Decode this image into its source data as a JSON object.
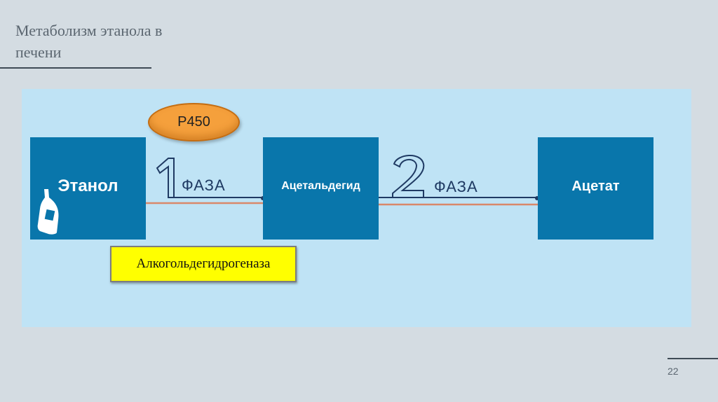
{
  "slide": {
    "title": "Метаболизм этанола в печени",
    "page_number": "22"
  },
  "diagram": {
    "nodes": [
      {
        "id": "ethanol",
        "label": "Этанол"
      },
      {
        "id": "acetaldehyde",
        "label": "Ацетальдегид"
      },
      {
        "id": "acetate",
        "label": "Ацетат"
      }
    ],
    "phases": [
      {
        "number": "1",
        "label": "ФАЗА"
      },
      {
        "number": "2",
        "label": "ФАЗА"
      }
    ],
    "enzymes": {
      "p450": "Р450",
      "adh": "Алкогольдегидрогеназа"
    },
    "colors": {
      "node": "#0976ab",
      "panel": "#bfe3f5",
      "p450": "#f5a03c",
      "enzyme": "#ffff00",
      "arrow": "#1f3a63",
      "substrate_line": "#d9886a"
    }
  }
}
